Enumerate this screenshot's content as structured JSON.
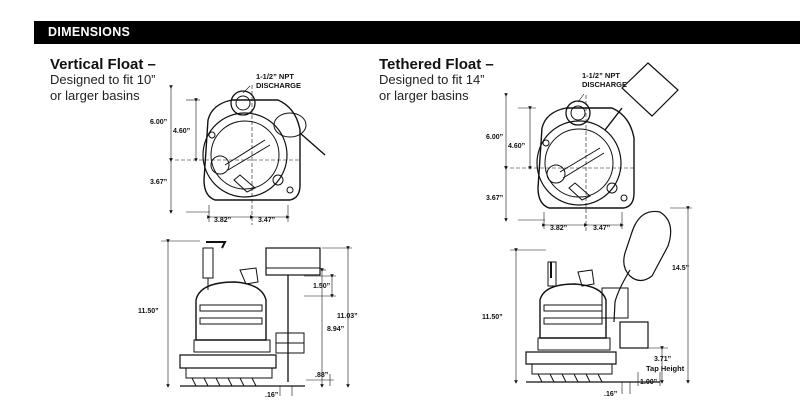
{
  "header": {
    "title": "DIMENSIONS"
  },
  "vertical": {
    "title": "Vertical Float –",
    "subtitle_line1": "Designed to fit 10”",
    "subtitle_line2": "or larger basins",
    "discharge_line1": "1-1/2” NPT",
    "discharge_line2": "DISCHARGE",
    "dim_600": "6.00”",
    "dim_460": "4.60”",
    "dim_367": "3.67”",
    "dim_382": "3.82”",
    "dim_347": "3.47”",
    "dim_1150": "11.50”",
    "dim_150": "1.50”",
    "dim_1103": "11.03”",
    "dim_894": "8.94”",
    "dim_88": ".88”",
    "dim_16": ".16”"
  },
  "tethered": {
    "title": "Tethered Float –",
    "subtitle_line1": "Designed to fit 14”",
    "subtitle_line2": "or larger basins",
    "discharge_line1": "1-1/2” NPT",
    "discharge_line2": "DISCHARGE",
    "dim_600": "6.00”",
    "dim_460": "4.60”",
    "dim_367": "3.67”",
    "dim_382": "3.82”",
    "dim_347": "3.47”",
    "dim_145": "14.5”",
    "dim_1150": "11.50”",
    "dim_371": "3.71”",
    "tap_height": "Tap Height",
    "dim_100": "1.00”",
    "dim_16": ".16”"
  }
}
